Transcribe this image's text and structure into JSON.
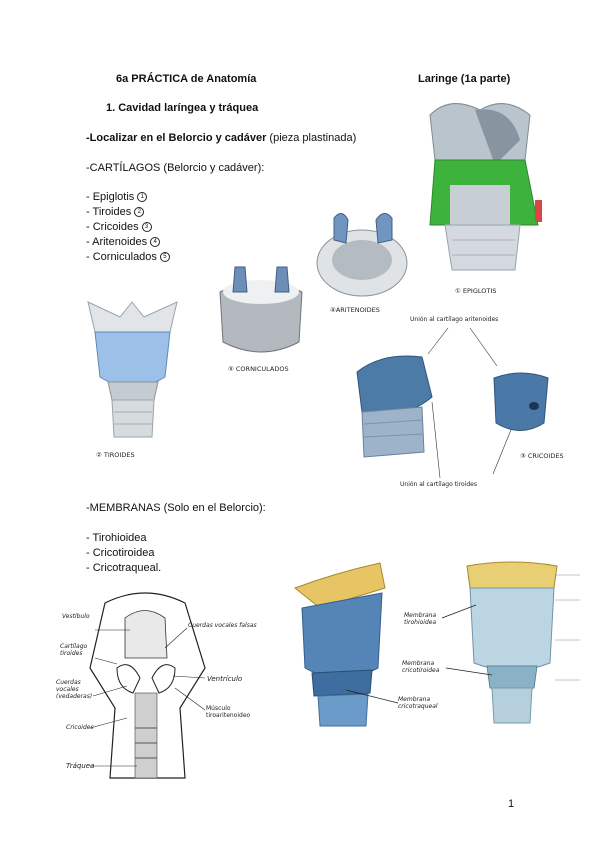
{
  "header": {
    "title": "6a PRÁCTICA de Anatomía",
    "right_title": "Laringe (1a parte)"
  },
  "section1": {
    "heading": "1.   Cavidad laríngea y tráquea",
    "locate_bold": "-Localizar en el Belorcio y cadáver",
    "locate_rest": " (pieza plastinada)"
  },
  "cartilagos": {
    "heading": "-CARTÍLAGOS (Belorcio y cadáver):",
    "items": [
      {
        "label": "- Epiglotis",
        "num": "1"
      },
      {
        "label": "- Tiroides",
        "num": "2"
      },
      {
        "label": "- Cricoides",
        "num": "3"
      },
      {
        "label": "- Aritenoides",
        "num": "4"
      },
      {
        "label": "- Corniculados",
        "num": "5"
      }
    ]
  },
  "figure_labels": {
    "epiglotis": "① EPIGLOTIS",
    "aritenoides": "④ARITENOIDES",
    "corniculados": "⑤ CORNICULADOS",
    "tiroides": "② TIROIDES",
    "cricoides": "③ CRICOIDES",
    "union_aritenoides": "Unión al cartílago aritenoides",
    "union_tiroides": "Unión al cartílago tiroides"
  },
  "membranas": {
    "heading": "-MEMBRANAS (Solo en el Belorcio):",
    "items": [
      "- Tirohioidea",
      "- Cricotiroidea",
      "- Cricotraqueal."
    ]
  },
  "sketch_labels": {
    "vestibulo": "Vestíbulo",
    "cartilago_tiroides": "Cartílago tiroides",
    "cuerdas_vocales": "Cuerdas vocales (vedaderas)",
    "cricoides": "Cricoides",
    "traquea": "Tráquea",
    "cuerdas_falsas": "Cuerdas vocales falsas",
    "ventriculo": "Ventrículo",
    "musculo": "Músculo tiroaritenoideo"
  },
  "membrane_labels": {
    "tirohioidea": "Membrana tirohioidea",
    "cricotiroidea": "Membrana cricotiroidea",
    "cricotraqueal": "Membrana cricotraqueal"
  },
  "page_number": "1"
}
